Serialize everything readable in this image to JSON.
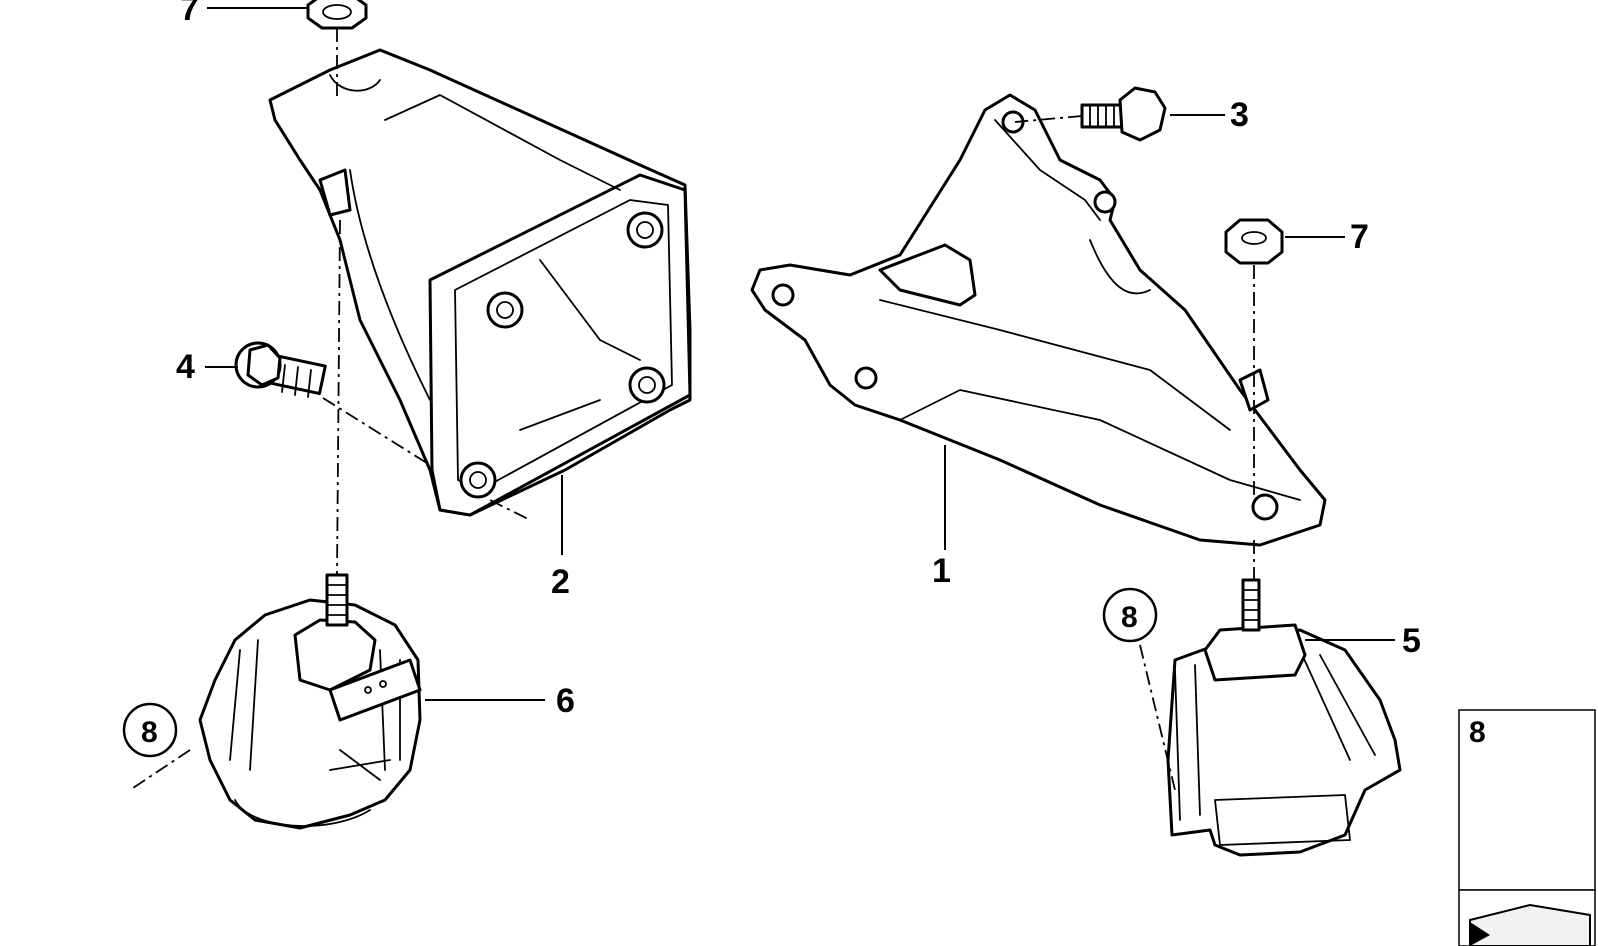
{
  "callouts": {
    "c1": "1",
    "c2": "2",
    "c3": "3",
    "c4": "4",
    "c5": "5",
    "c6": "6",
    "c7_left": "7",
    "c7_right": "7",
    "c8_left": "8",
    "c8_right": "8",
    "c8_inset": "8"
  },
  "parts": [
    "left-engine-mount-bracket",
    "right-engine-mount-bracket",
    "left-engine-mount",
    "right-engine-mount",
    "hex-bolt",
    "flange-bolt",
    "hex-nut",
    "stud-bolt"
  ]
}
